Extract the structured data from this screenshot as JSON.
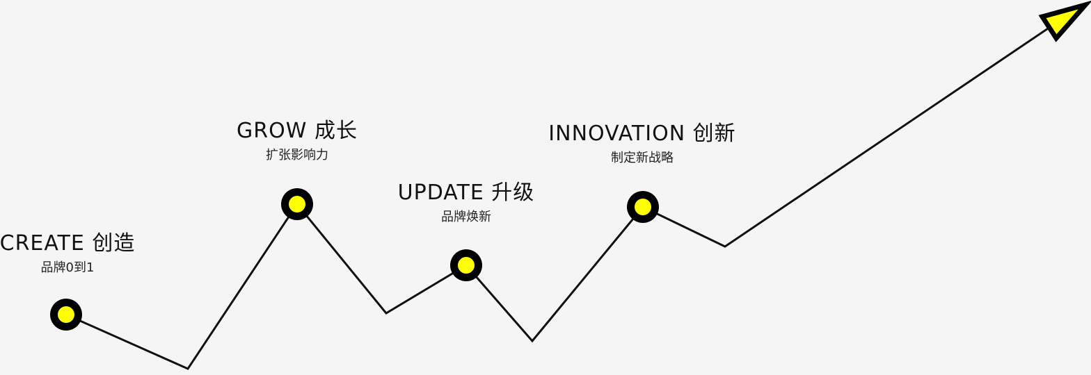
{
  "colors": {
    "background": "#f5f5f5",
    "line": "#111111",
    "node_ring": "#000000",
    "node_fill": "#ffff00"
  },
  "milestones": [
    {
      "title": "CREATE 创造",
      "subtitle": "品牌0到1"
    },
    {
      "title": "GROW 成长",
      "subtitle": "扩张影响力"
    },
    {
      "title": "UPDATE 升级",
      "subtitle": "品牌焕新"
    },
    {
      "title": "INNOVATION 创新",
      "subtitle": "制定新战略"
    }
  ],
  "icons": {
    "node": "milestone-node-icon",
    "arrow": "arrow-head-icon"
  }
}
